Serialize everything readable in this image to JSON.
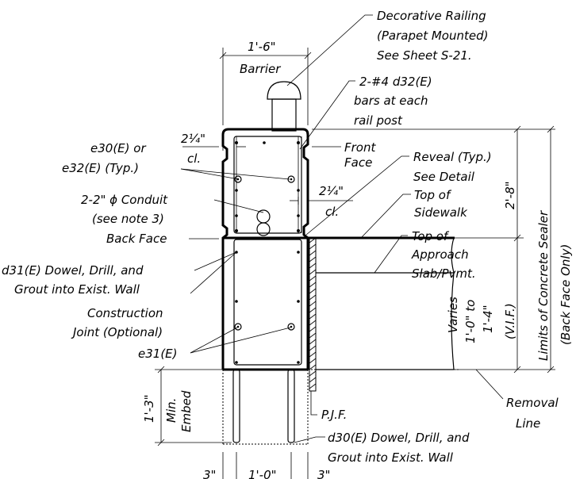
{
  "labels": {
    "railing": [
      "Decorative Railing",
      "(Parapet Mounted)",
      "See Sheet S-21."
    ],
    "barrier_dim": "1'-6\"",
    "barrier": "Barrier",
    "bars": [
      "2-#4 d32(E)",
      "bars at each",
      "rail post"
    ],
    "cl_left_dim": "2¼\"",
    "cl_left": "cl.",
    "e30": [
      "e30(E) or",
      "e32(E) (Typ.)"
    ],
    "front_face": [
      "Front",
      "Face"
    ],
    "reveal": [
      "Reveal (Typ.)",
      "See Detail"
    ],
    "cl_right_dim": "2¼\"",
    "cl_right": "cl.",
    "conduit": [
      "2-2\" ϕ Conduit",
      "(see note 3)"
    ],
    "top_sidewalk": [
      "Top of",
      "Sidewalk"
    ],
    "back_face": "Back Face",
    "top_approach": [
      "Top of",
      "Approach",
      "Slab/Pvmt."
    ],
    "dowel_top": [
      "d31(E) Dowel, Drill, and",
      "Grout into Exist. Wall"
    ],
    "construction": [
      "Construction",
      "Joint (Optional)"
    ],
    "e31": "e31(E)",
    "height_dim": "2'-8\"",
    "varies": [
      "Varies",
      "1'-0\" to",
      "1'-4\""
    ],
    "vif": "(V.I.F.)",
    "sealer": [
      "Limits of Concrete Sealer",
      "(Back Face Only)"
    ],
    "embed_dim": "1'-3\"",
    "embed": [
      "Min.",
      "Embed"
    ],
    "pjf": "P.J.F.",
    "removal": [
      "Removal",
      "Line"
    ],
    "dowel_bottom": [
      "d30(E) Dowel, Drill, and",
      "Grout into Exist. Wall"
    ],
    "bottom_dims": [
      "3\"",
      "1'-0\"",
      "3\""
    ]
  }
}
